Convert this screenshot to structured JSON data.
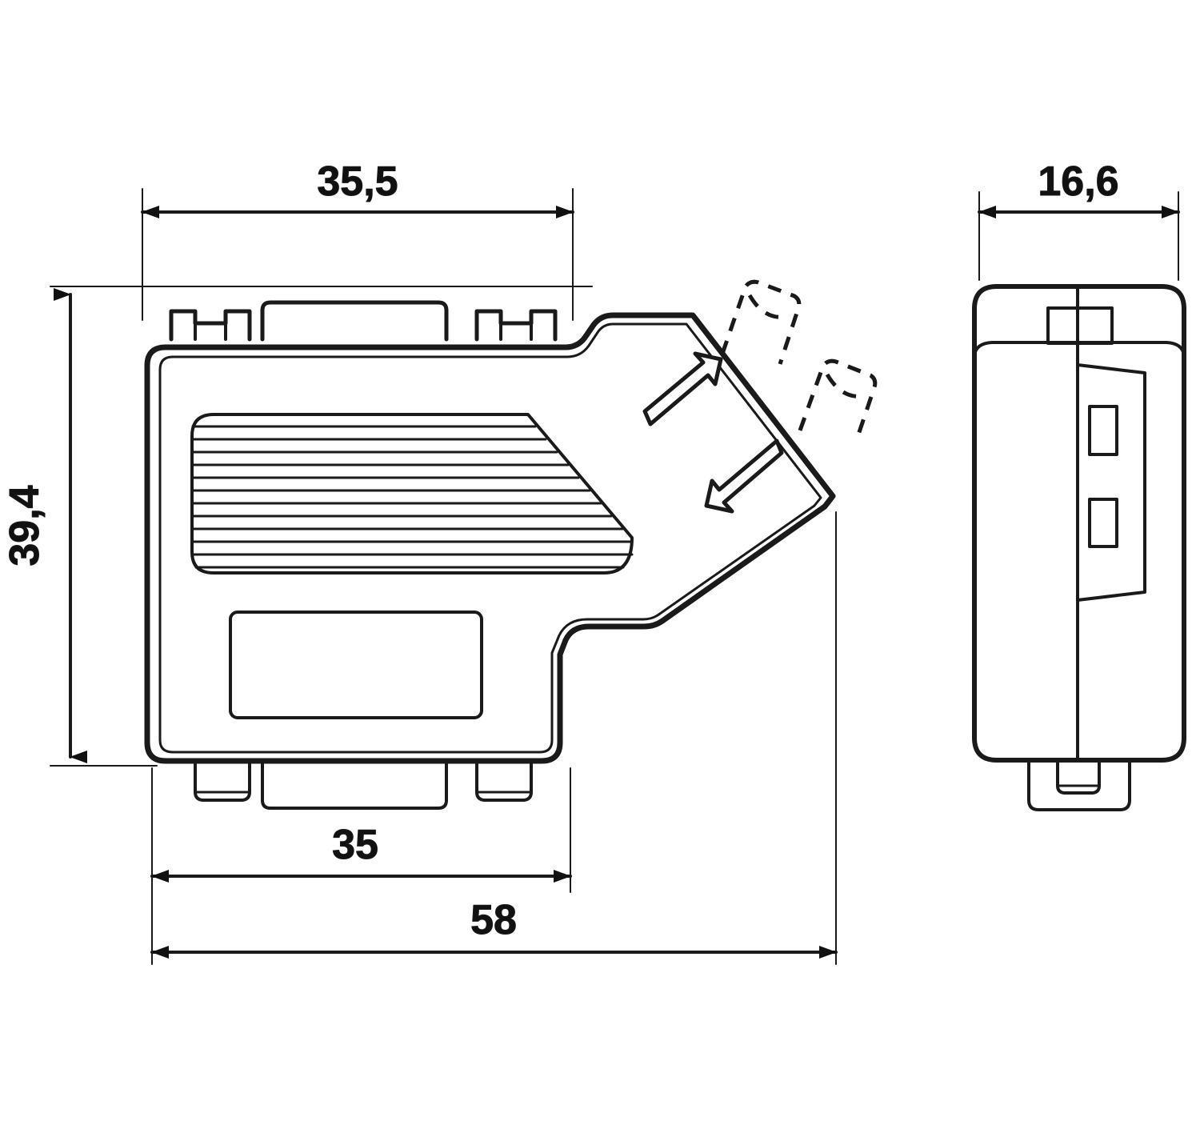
{
  "drawing": {
    "type": "technical-dimensional-drawing",
    "subject": "D-SUB fieldbus connector housing",
    "units": "mm",
    "line_color": "#1a1a1a",
    "background_color": "#ffffff",
    "views": [
      {
        "id": "front-view",
        "label": "front-view"
      },
      {
        "id": "side-view",
        "label": "side-view"
      }
    ]
  },
  "dimensions": {
    "top_width": "35,5",
    "height": "39,4",
    "bottom_inner_width": "35",
    "bottom_total_width": "58",
    "side_depth": "16,6"
  },
  "annotations": {
    "arrow_in_label": "bus-in-arrow",
    "arrow_out_label": "bus-out-arrow"
  },
  "features": {
    "ribbed_grip": "ribbed-grip-panel",
    "label_field": "label-field",
    "top_connector": "top-connector-shell",
    "bottom_connector": "bottom-connector-shell",
    "screw_boss_left": "screw-boss-left",
    "screw_boss_right": "screw-boss-right",
    "dashed_stub_upper": "dashed-cable-stub-upper",
    "dashed_stub_lower": "dashed-cable-stub-lower"
  }
}
